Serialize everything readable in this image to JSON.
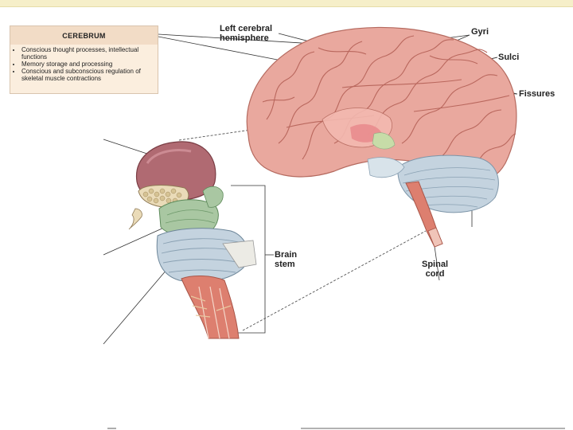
{
  "infobox": {
    "title": "CEREBRUM",
    "items": [
      "Conscious thought processes, intellectual functions",
      "Memory storage and processing",
      "Conscious and subconscious regulation of skeletal muscle contractions"
    ]
  },
  "labels": {
    "left_hemisphere": "Left cerebral\nhemisphere",
    "gyri": "Gyri",
    "sulci": "Sulci",
    "fissures": "Fissures",
    "brain_stem": "Brain\nstem",
    "spinal_cord": "Spinal\ncord"
  },
  "colors": {
    "cerebrum": "#e9a89e",
    "cerebellum": "#c4d3df",
    "brainstem": "#a9c7a2",
    "spinal": "#dd7f6f",
    "diencephalon": "#b06a72",
    "banner": "#f6efc9",
    "infobox_bg": "#fbeede"
  }
}
